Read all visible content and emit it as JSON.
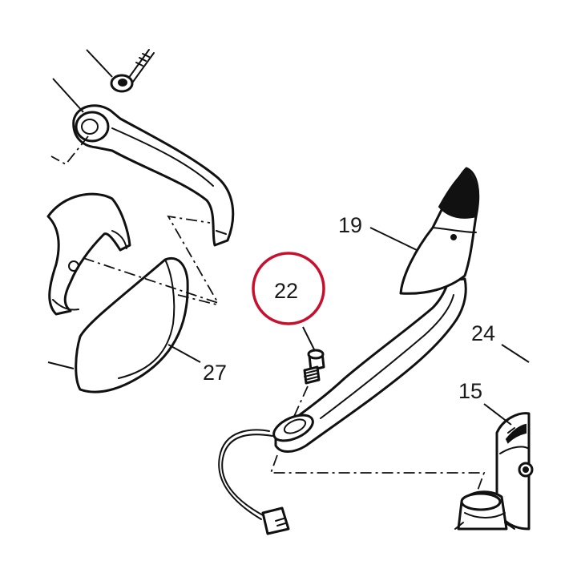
{
  "diagram": {
    "highlight_color": "#c8102e",
    "line_color": "#111111",
    "background": "#ffffff",
    "callouts": [
      {
        "id": "c19",
        "label": "19"
      },
      {
        "id": "c22",
        "label": "22",
        "highlighted": true
      },
      {
        "id": "c24",
        "label": "24"
      },
      {
        "id": "c15",
        "label": "15"
      },
      {
        "id": "c27",
        "label": "27"
      }
    ]
  }
}
